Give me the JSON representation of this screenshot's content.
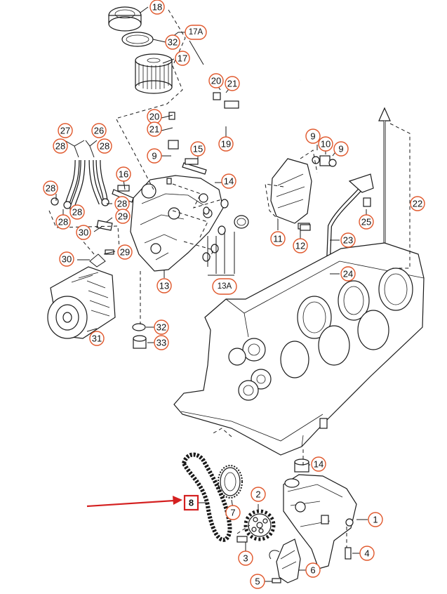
{
  "colors": {
    "callout_border": "#e0572b",
    "highlight_border": "#d42020",
    "arrow": "#d42020",
    "line": "#1a1a1a"
  },
  "callouts": {
    "c18": "18",
    "c32a": "32",
    "c17a": "17A",
    "c17": "17",
    "c20a": "20",
    "c21a": "21",
    "c20b": "20",
    "c21b": "21",
    "c19": "19",
    "c27": "27",
    "c28a": "28",
    "c26": "26",
    "c28b": "28",
    "c9a": "9",
    "c15": "15",
    "c14a": "14",
    "c16": "16",
    "c28c": "28",
    "c28d": "28",
    "c28e": "28",
    "c28f": "28",
    "c29a": "29",
    "c30a": "30",
    "c30b": "30",
    "c29b": "29",
    "c13": "13",
    "c13a": "13A",
    "c31": "31",
    "c32b": "32",
    "c33": "33",
    "c9b": "9",
    "c10": "10",
    "c9c": "9",
    "c11": "11",
    "c12": "12",
    "c23": "23",
    "c25": "25",
    "c22": "22",
    "c24": "24",
    "c14b": "14",
    "c8": "8",
    "c7": "7",
    "c2": "2",
    "c1": "1",
    "c3": "3",
    "c4": "4",
    "c6": "6",
    "c5": "5"
  }
}
